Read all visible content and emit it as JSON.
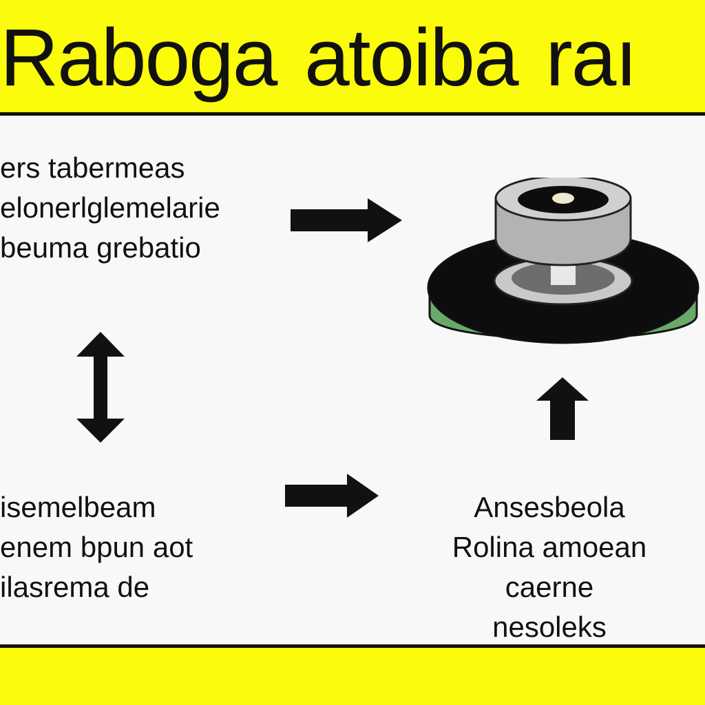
{
  "header": {
    "title": "Rabogа atoiba raı"
  },
  "blocks": {
    "top_left": [
      "ers tabermeas",
      "elonerlglemelarie",
      "beuma grebatio"
    ],
    "bottom_left": [
      "isemelbeam",
      "enem bpun aot",
      "ilasrema de"
    ],
    "bottom_right": [
      "Ansesbeola",
      "Rolina amoean",
      "caerne",
      "nesoleks"
    ]
  },
  "colors": {
    "header_bg": "#fbfb0c",
    "text": "#111111",
    "device_green": "#6aa96a",
    "device_gray": "#bdbdbd"
  },
  "icons": [
    "arrow-right-icon",
    "arrow-up-down-icon",
    "arrow-up-icon",
    "device-illustration"
  ]
}
